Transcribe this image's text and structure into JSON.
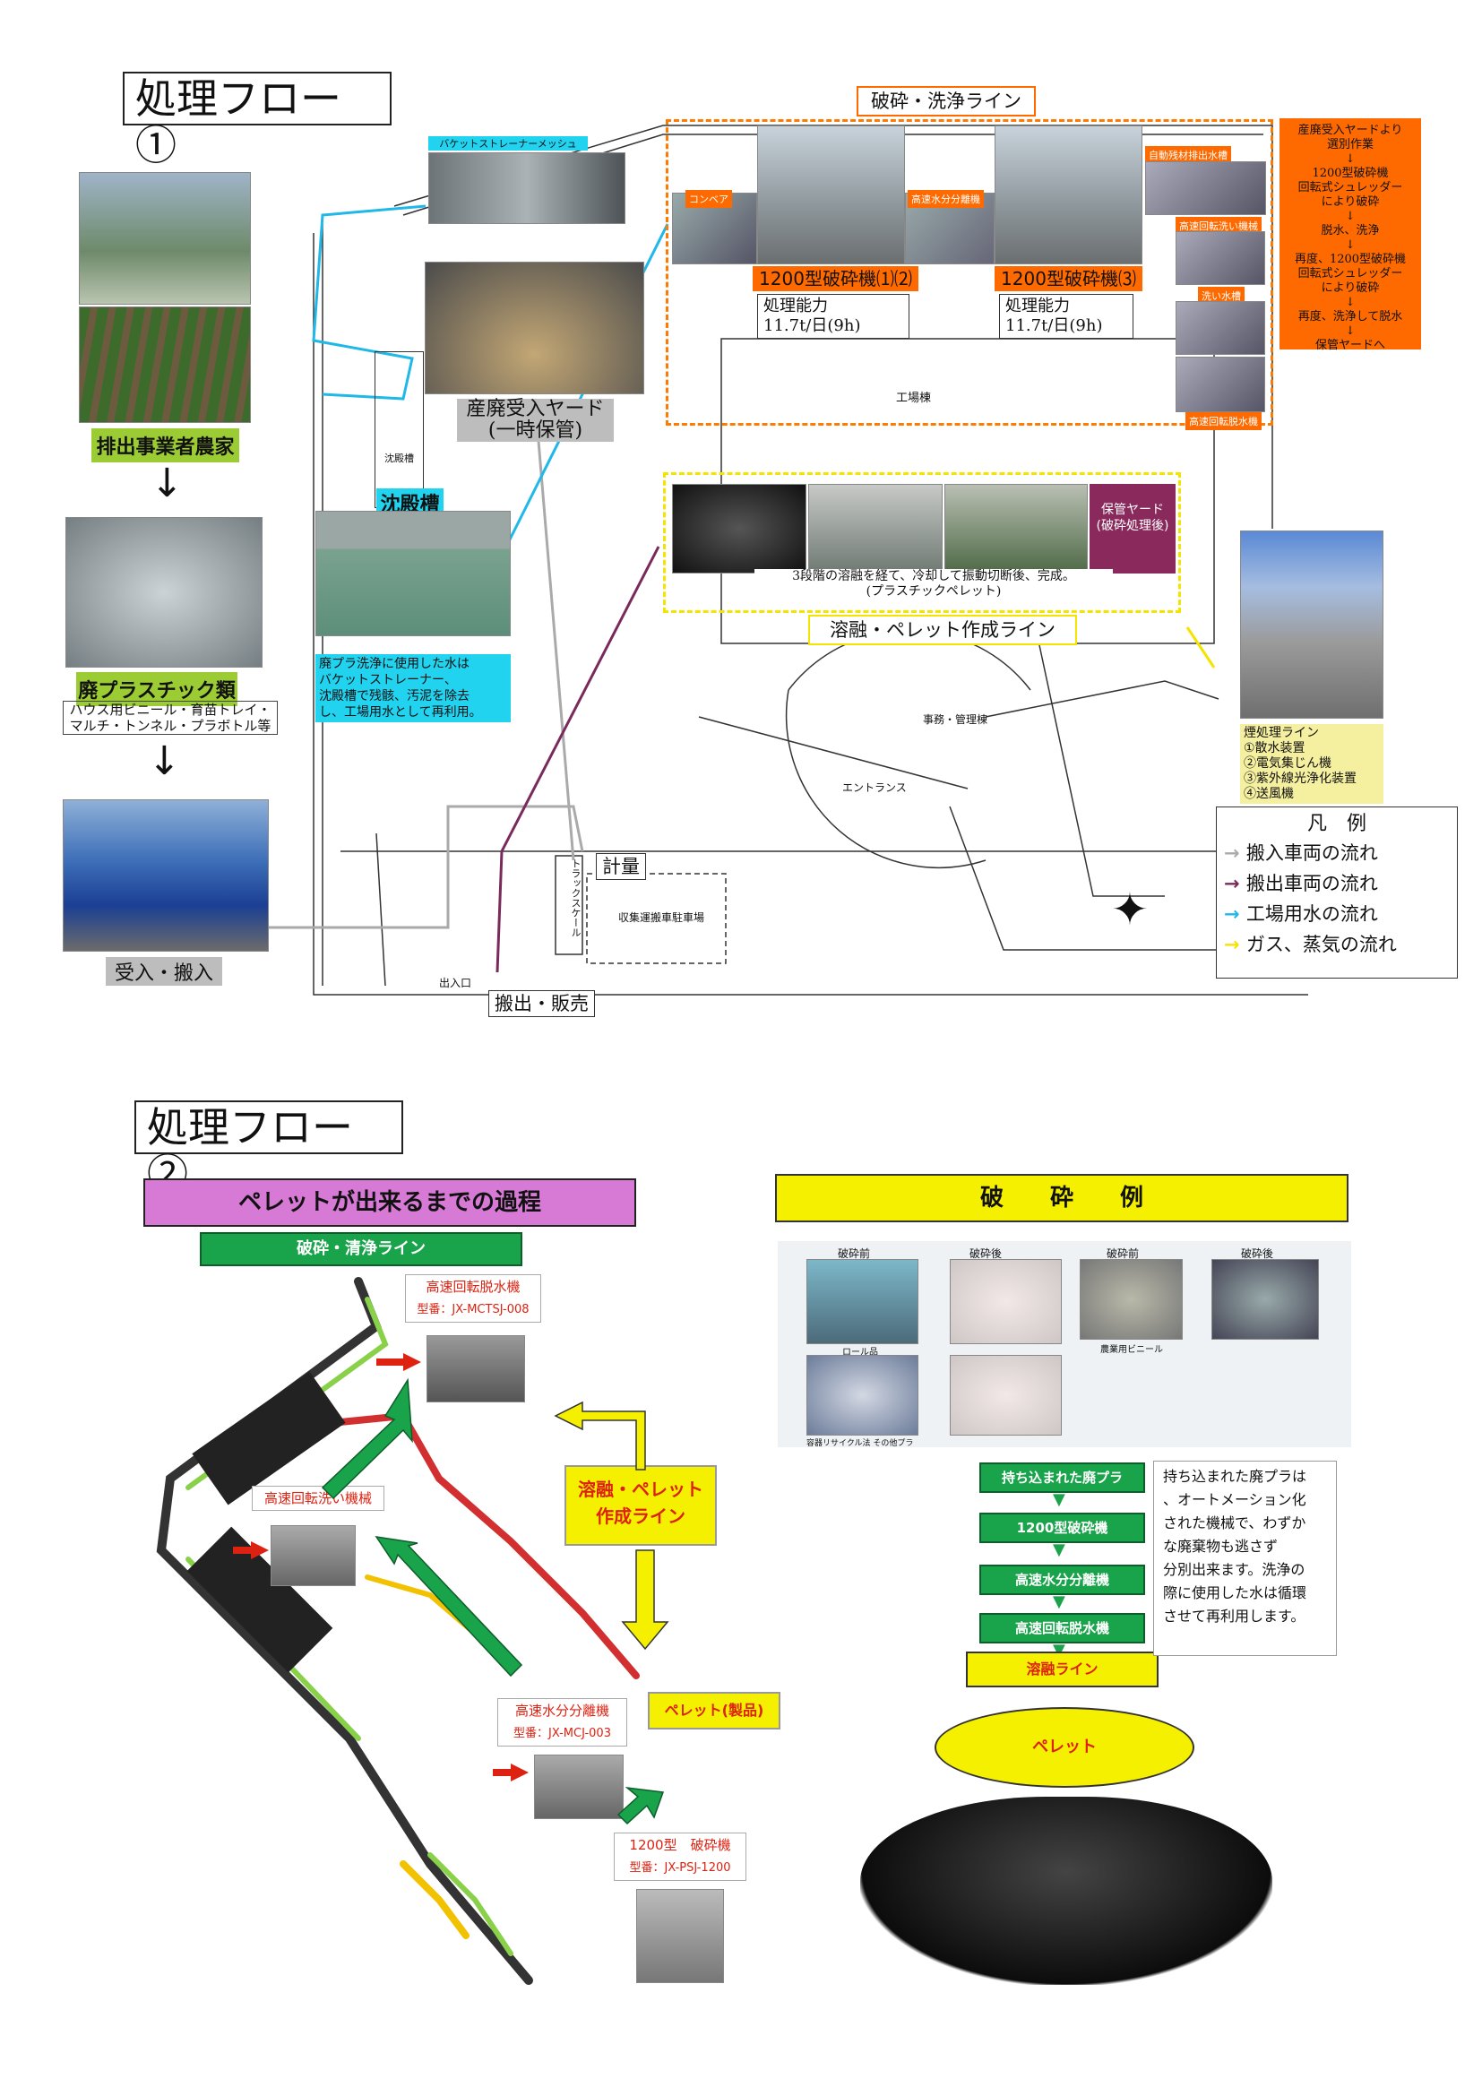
{
  "flow1": {
    "title": "処理フロー①",
    "farmers": "排出事業者農家",
    "waste_plastic": "廃プラスチック類",
    "waste_desc": "ハウス用ビニール・育苗トレイ・\nマルチ・トンネル・プラボトル等",
    "receiving": "受入・搬入",
    "bucket_strainer": "バケットストレーナーメッシュ",
    "sediment_tank": "沈殿槽",
    "sediment_tank_small": "沈殿槽",
    "sediment_desc": "廃プラ洗浄に使用した水は\nバケットストレーナー、\n沈殿槽で残骸、汚泥を除去\nし、工場用水として再利用。",
    "yard": "産廃受入ヤード\n(一時保管)",
    "crush_line_title": "破砕・洗浄ライン",
    "conveyor": "コンベア",
    "high_speed_sep": "高速水分分離機",
    "auto_drain": "自動残材排出水槽",
    "high_speed_rotary_wash": "高速回転洗い機械",
    "wash_tank": "洗い水槽",
    "high_speed_dewater": "高速回転脱水機",
    "crusher12": "1200型破砕機⑴⑵",
    "crusher3": "1200型破砕機⑶",
    "capacity_label": "処理能力",
    "capacity_value": "11.7t/日(9h)",
    "capacity_label2": "処理能力",
    "capacity_value2": "11.7t/日(9h)",
    "factory": "工場棟",
    "process_steps": "産廃受入ヤードより\n選別作業\n↓\n1200型破砕機\n回転式シュレッダー\nにより破砕\n↓\n脱水、洗浄\n↓\n再度、1200型破砕機\n回転式シュレッダー\nにより破砕\n↓\n再度、洗浄して脱水\n↓\n保管ヤードへ",
    "storage_yard": "保管ヤード\n(破砕処理後)",
    "pellet_desc": "3段階の溶融を経て、冷却して振動切断後、完成。\n(プラスチックペレット)",
    "melt_line": "溶融・ペレット作成ライン",
    "smoke_line": "煙処理ライン\n①散水装置\n②電気集じん機\n③紫外線光浄化装置\n④送風機",
    "office": "事務・管理棟",
    "entrance": "エントランス",
    "truck_scale": "トラックスケール",
    "weighing": "計量",
    "parking": "収集運搬車駐車場",
    "gate": "出入口",
    "shipping": "搬出・販売",
    "legend_title": "凡　例",
    "legend": [
      {
        "label": "搬入車両の流れ",
        "color": "#aaaaaa"
      },
      {
        "label": "搬出車両の流れ",
        "color": "#7a2a5a"
      },
      {
        "label": "工場用水の流れ",
        "color": "#1fb8e8"
      },
      {
        "label": "ガス、蒸気の流れ",
        "color": "#f5e300"
      }
    ]
  },
  "flow2": {
    "title": "処理フロー②",
    "pellet_process": "ペレットが出来るまでの過程",
    "crush_clean_line": "破砕・清浄ライン",
    "dewater_name": "高速回転脱水機",
    "dewater_model": "型番：JX-MCTSJ-008",
    "rotary_wash": "高速回転洗い機械",
    "sep_name": "高速水分分離機",
    "sep_model": "型番：JX-MCJ-003",
    "crusher_name": "1200型　破砕機",
    "crusher_model": "型番：JX-PSJ-1200",
    "melt_line": "溶融・ペレット\n作成ライン",
    "pellet_product": "ペレット(製品)",
    "crush_example": "破　　砕　　例",
    "before1": "破砕前",
    "after1": "破砕後",
    "before2": "破砕前",
    "after2": "破砕後",
    "roll": "ロール品",
    "agri_vinyl": "農業用ビニール",
    "container": "容器リサイクル法 その他プラ",
    "steps": [
      "持ち込まれた廃プラ",
      "1200型破砕機",
      "高速水分分離機",
      "高速回転脱水機"
    ],
    "melt_step": "溶融ライン",
    "pellet": "ペレット",
    "note": "持ち込まれた廃プラは\n、オートメーション化\nされた機械で、わずか\nな廃棄物も逃さず\n分別出来ます。洗浄の\n際に使用した水は循環\nさせて再利用します。"
  }
}
